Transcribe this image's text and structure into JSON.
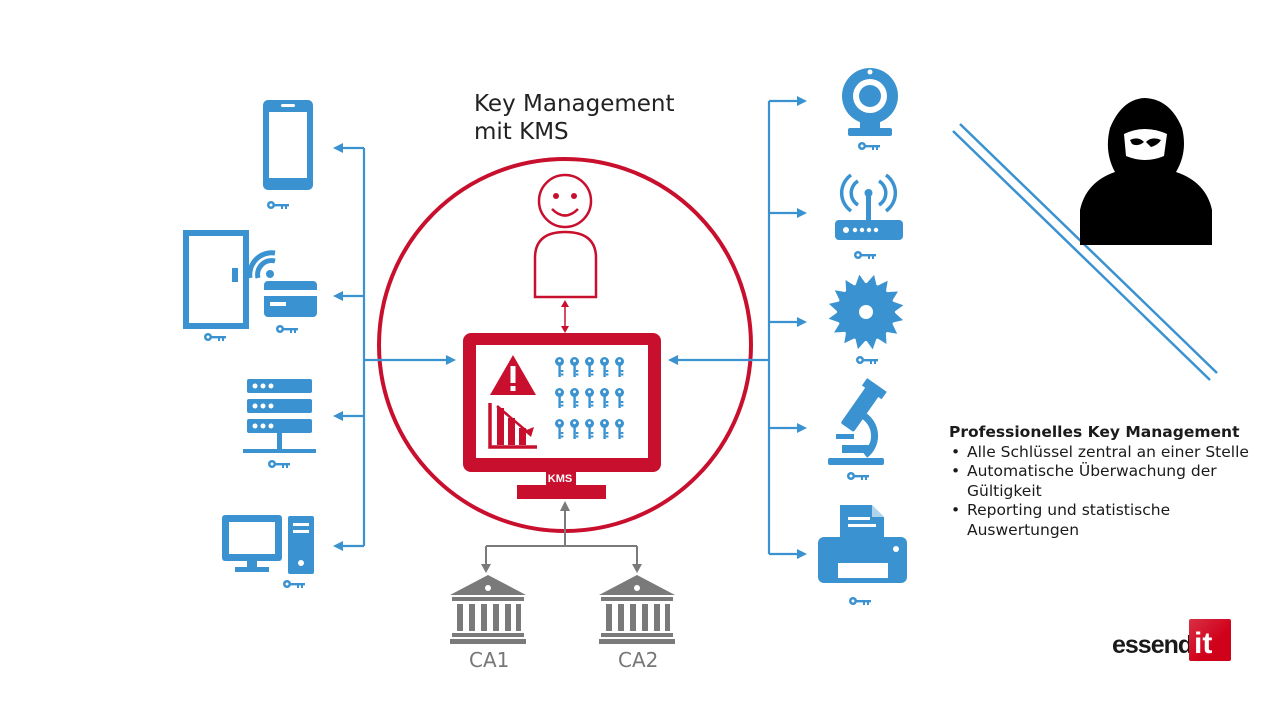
{
  "title": {
    "line1": "Key Management",
    "line2": "mit KMS"
  },
  "kms_label": "KMS",
  "ca": {
    "ca1": "CA1",
    "ca2": "CA2"
  },
  "info": {
    "heading": "Professionelles Key Management",
    "bullets": [
      "Alle Schlüssel zentral an einer Stelle",
      "Automatische Überwachung der Gültigkeit",
      "Reporting und statistische Auswertungen"
    ]
  },
  "logo": {
    "text": "essendi",
    "box": "it"
  },
  "colors": {
    "blue": "#3a93d0",
    "red": "#c8102e",
    "gray": "#7a7a7a",
    "black": "#000000"
  },
  "icons": {
    "left": [
      "smartphone-icon",
      "door-card-reader-icon",
      "server-rack-icon",
      "desktop-computer-icon"
    ],
    "right": [
      "webcam-icon",
      "wifi-router-icon",
      "saw-blade-icon",
      "microscope-icon",
      "printer-icon"
    ],
    "center": [
      "admin-person-icon",
      "kms-monitor-icon",
      "warning-icon",
      "chart-icon",
      "keys-icon"
    ],
    "bottom": [
      "ca-bank-icon"
    ],
    "threat": [
      "hacker-icon"
    ]
  }
}
